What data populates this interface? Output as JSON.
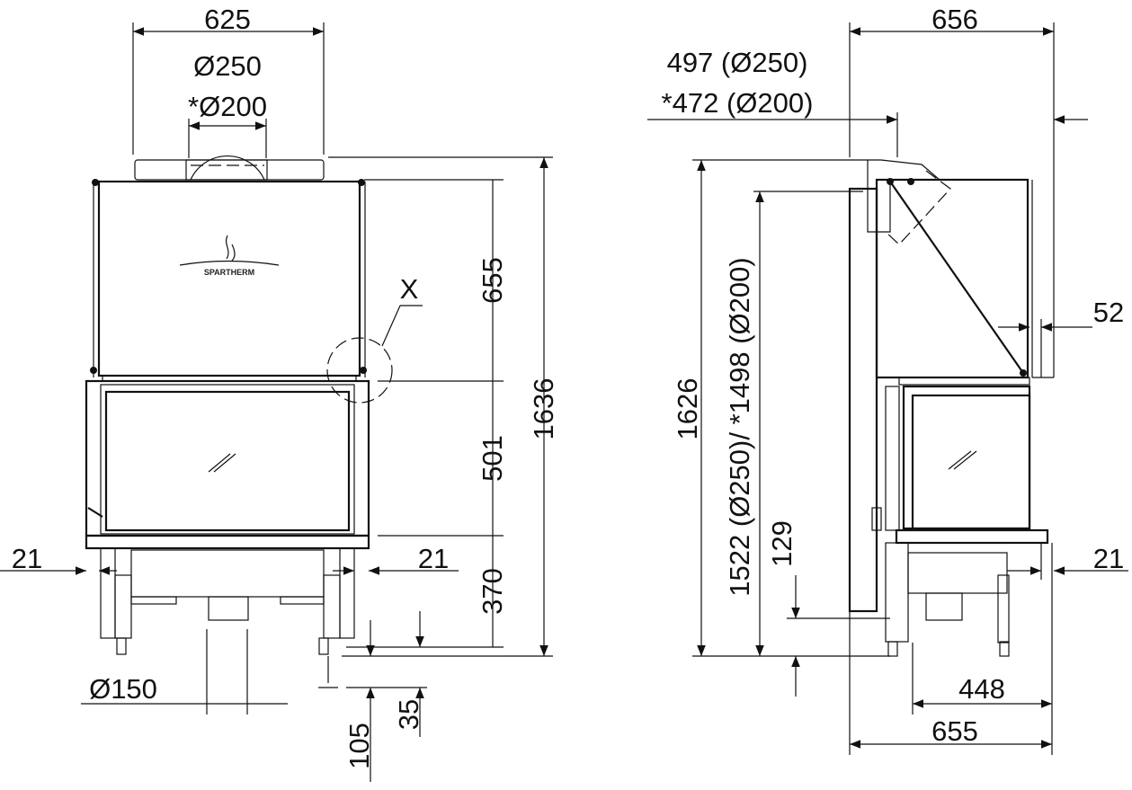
{
  "brand": "SPARTHERM",
  "front_view": {
    "width_top": "625",
    "flue_250": "Ø250",
    "flue_200": "*Ø200",
    "hood_height": "655",
    "firebox_height": "501",
    "base_height": "370",
    "total_height": "1636",
    "detail_marker": "X",
    "left_offset": "21",
    "right_offset": "21",
    "outlet_diameter": "Ø150",
    "foot_35": "35",
    "foot_105": "105"
  },
  "side_view": {
    "depth_top": "656",
    "flue_offset_250": "497 (Ø250)",
    "flue_offset_200": "*472 (Ø200)",
    "total_height": "1626",
    "flue_height": "1522 (Ø250)/ *1498 (Ø200)",
    "inlet_height": "129",
    "hood_offset": "52",
    "right_offset": "21",
    "leg_depth": "448",
    "base_depth": "655"
  }
}
